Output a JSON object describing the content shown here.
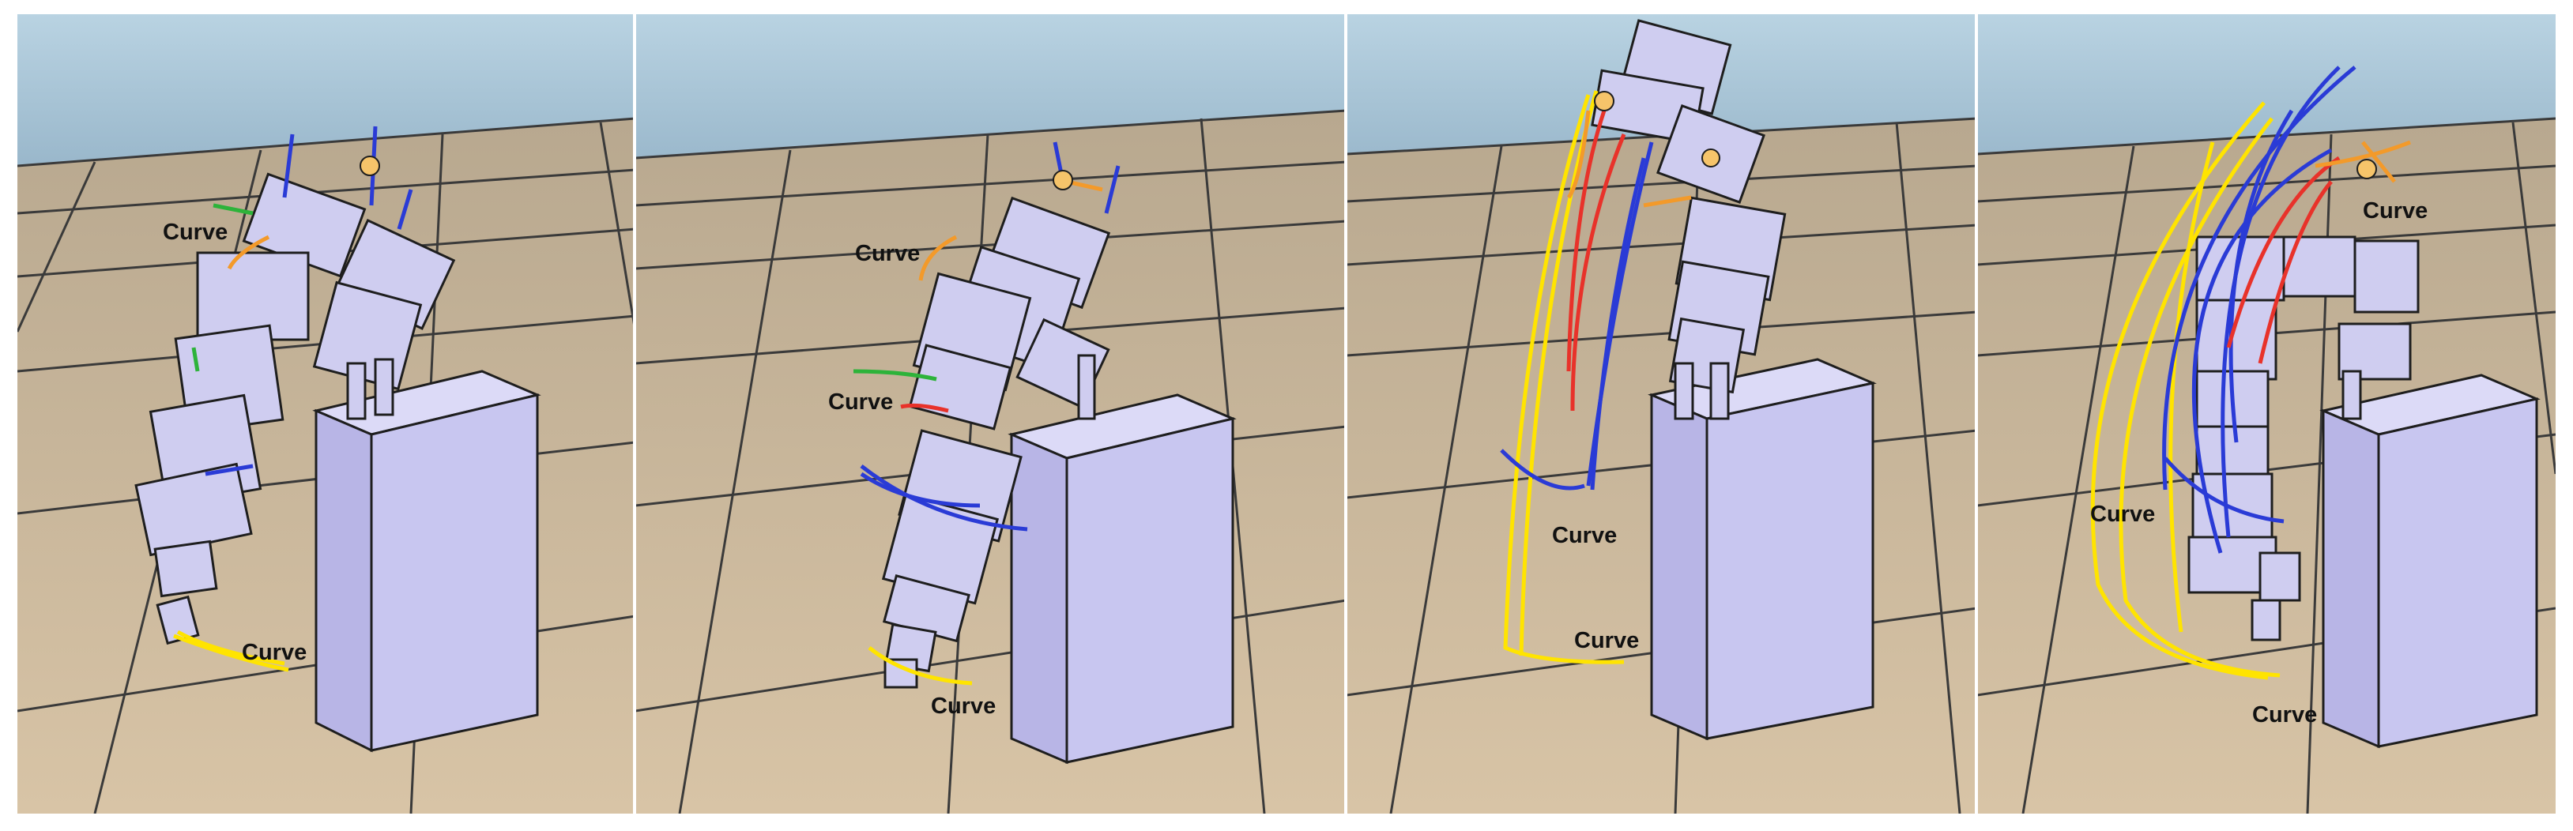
{
  "figure": {
    "panels": [
      {
        "labels": [
          "Curve",
          "Curve"
        ]
      },
      {
        "labels": [
          "Curve",
          "Curve",
          "Curve"
        ]
      },
      {
        "labels": [
          "Curve",
          "Curve"
        ]
      },
      {
        "labels": [
          "Curve",
          "Curve",
          "Curve"
        ]
      }
    ]
  },
  "colors": {
    "sky": "#a9c6d8",
    "floor": "#cbb79a",
    "grid_line": "#3a3a3a",
    "robot_block": "#cfcdf0",
    "pillar": "#c8c6f0",
    "outline": "#1e1e1e",
    "curve_yellow": "#ffe400",
    "curve_red": "#e8322a",
    "curve_blue": "#2a3bd6",
    "curve_orange": "#f39a2a",
    "axis_green": "#2db33a",
    "joint_marker": "#f6c46a"
  }
}
